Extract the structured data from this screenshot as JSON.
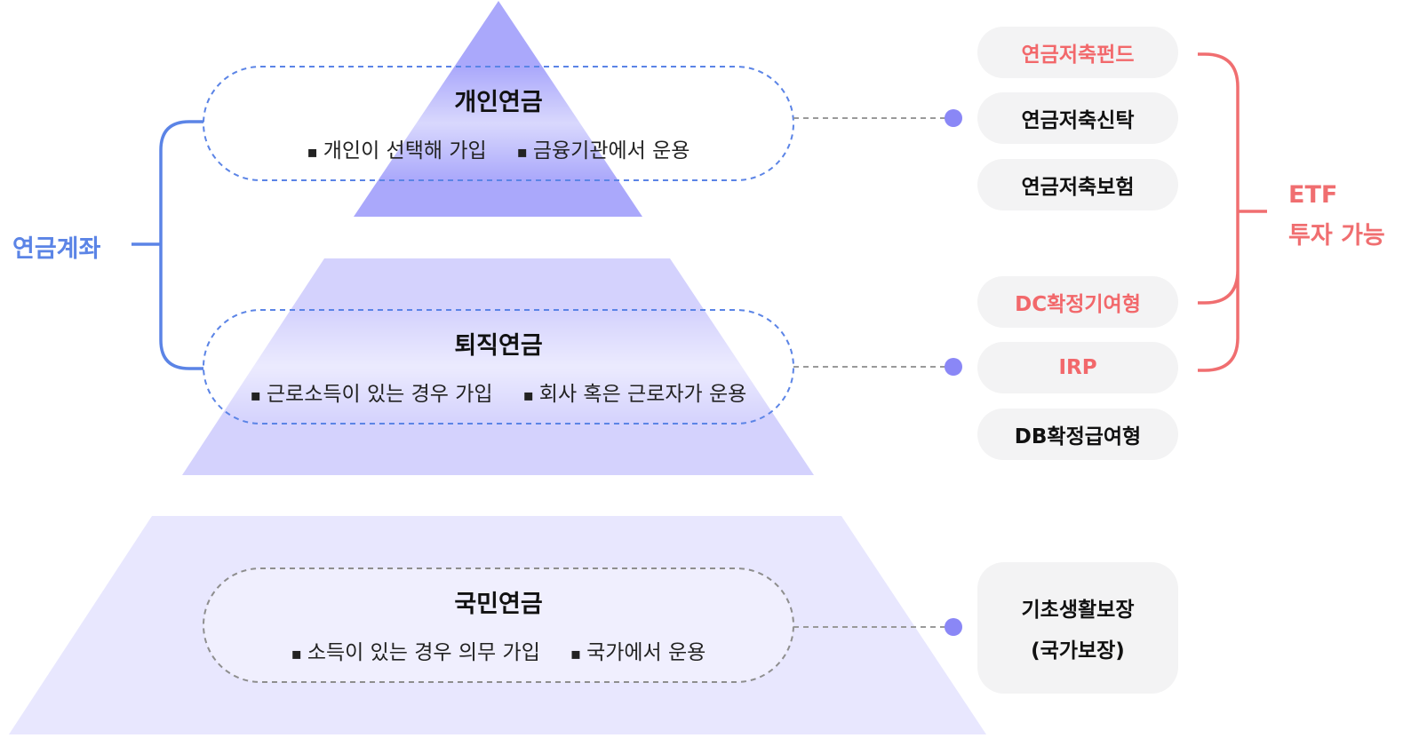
{
  "colors": {
    "tier_top": "#aaa8fb",
    "tier_mid": "#d4d2fd",
    "tier_base": "#e8e7fe",
    "account_bracket": "#5b84e6",
    "etf_bracket": "#f06e70",
    "connector_dot": "#8a87f6",
    "pill_background": "#f3f3f4"
  },
  "account_label": "연금계좌",
  "etf_label": [
    "ETF",
    "투자 가능"
  ],
  "tiers": [
    {
      "title": "개인연금",
      "desc": [
        "개인이 선택해 가입",
        "금융기관에서 운용"
      ]
    },
    {
      "title": "퇴직연금",
      "desc": [
        "근로소득이 있는 경우 가입",
        "회사 혹은 근로자가 운용"
      ]
    },
    {
      "title": "국민연금",
      "desc": [
        "소득이 있는 경우 의무 가입",
        "국가에서 운용"
      ]
    }
  ],
  "products": [
    {
      "label": "연금저축펀드",
      "etf": true
    },
    {
      "label": "연금저축신탁",
      "etf": false
    },
    {
      "label": "연금저축보험",
      "etf": false
    },
    {
      "label": "DC확정기여형",
      "etf": true
    },
    {
      "label": "IRP",
      "etf": true
    },
    {
      "label": "DB확정급여형",
      "etf": false
    }
  ],
  "base_product": [
    "기초생활보장",
    "(국가보장)"
  ]
}
